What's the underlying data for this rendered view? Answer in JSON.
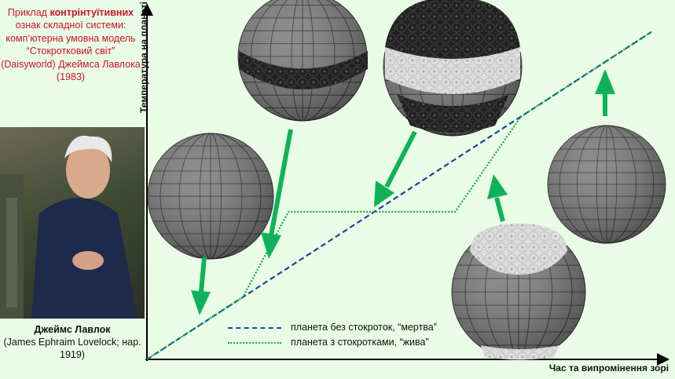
{
  "caption": {
    "prefix": "Приклад ",
    "bold": "контрінтуїтивних",
    "rest": "ознак складної системи: комп’ютерна умовна модель “Стокротковий світ” (Daisyworld) Джеймса Лавлока (1983)"
  },
  "person": {
    "name": "Джеймс Лавлок",
    "details": "(James Ephraim Lovelock; нар. 1919)"
  },
  "chart_data": {
    "type": "line",
    "xlabel": "Час та випромінення зорі",
    "ylabel": "Температура на планеті",
    "series": [
      {
        "name": "планета без стокроток, “мертва”",
        "color": "#1f3fa0",
        "style": "dashed",
        "x": [
          0,
          1
        ],
        "y": [
          0,
          1
        ]
      },
      {
        "name": "планета з стокротками, “жива”",
        "color": "#19a84a",
        "style": "dotted",
        "x": [
          0,
          0.19,
          0.28,
          0.61,
          0.74,
          1
        ],
        "y": [
          0,
          0.19,
          0.45,
          0.45,
          0.74,
          1
        ]
      }
    ]
  },
  "colors": {
    "background": "#e9fde6",
    "caption": "#d0102a",
    "arrow": "#0fb25a"
  }
}
